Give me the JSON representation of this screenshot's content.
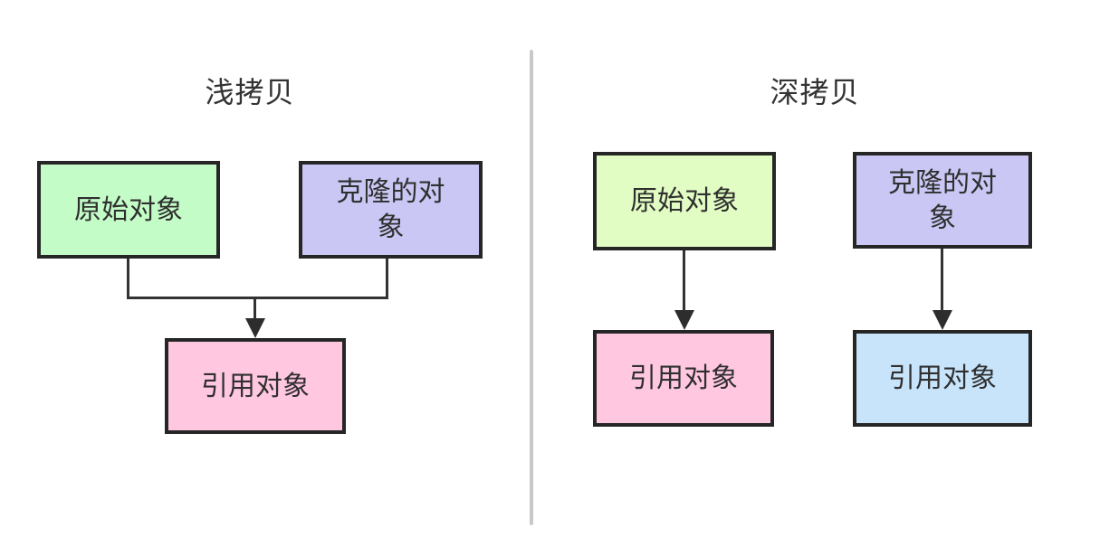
{
  "colors": {
    "background": "#ffffff",
    "box_border": "#262626",
    "connector": "#333333",
    "divider": "#c9c9c9",
    "label_text": "#2f2f2f",
    "title_text": "#333333",
    "green_fill": "#c3fcc7",
    "purple_fill": "#cac7f4",
    "pink_fill": "#ffc7e0",
    "lime_fill": "#e1fdc3",
    "blue_fill": "#c8e4fb"
  },
  "shallow": {
    "title": "浅拷贝",
    "original": {
      "label": "原始对象",
      "fill": "#c3fcc7"
    },
    "clone": {
      "label": "克隆的对象",
      "fill": "#cac7f4"
    },
    "reference": {
      "label": "引用对象",
      "fill": "#ffc7e0"
    }
  },
  "deep": {
    "title": "深拷贝",
    "original": {
      "label": "原始对象",
      "fill": "#e1fdc3"
    },
    "clone": {
      "label": "克隆的对象",
      "fill": "#cac7f4"
    },
    "reference_of_original": {
      "label": "引用对象",
      "fill": "#ffc7e0"
    },
    "reference_of_clone": {
      "label": "引用对象",
      "fill": "#c8e4fb"
    }
  }
}
